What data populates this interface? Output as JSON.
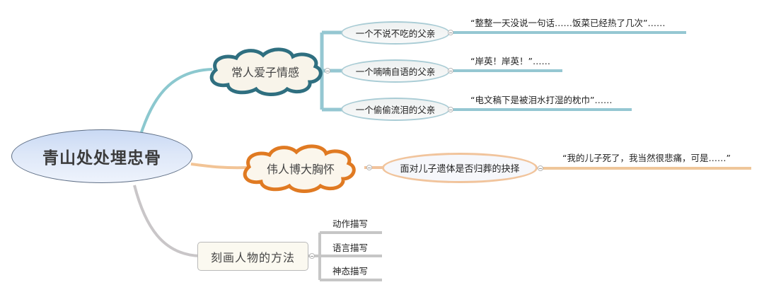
{
  "mindmap": {
    "root": {
      "label": "青山处处埋忠骨"
    },
    "branches": [
      {
        "label": "常人爱子情感",
        "color": "#8cc3cf",
        "border_color": "#2e6f7f",
        "children": [
          {
            "label": "一个不说不吃的父亲",
            "detail": "“整整一天没说一句话……饭菜已经热了几次”……"
          },
          {
            "label": "一个喃喃自语的父亲",
            "detail": "“岸英！岸英！”……"
          },
          {
            "label": "一个偷偷流泪的父亲",
            "detail": "“电文稿下是被泪水打湿的枕巾”……"
          }
        ]
      },
      {
        "label": "伟人博大胸怀",
        "color": "#f0c39a",
        "border_color": "#e07a22",
        "children": [
          {
            "label": "面对儿子遗体是否归葬的抉择",
            "detail": "“我的儿子死了，我当然很悲痛，可是……”"
          }
        ]
      },
      {
        "label": "刻画人物的方法",
        "color": "#c8c8c8",
        "children": [
          {
            "label": "动作描写"
          },
          {
            "label": "语言描写"
          },
          {
            "label": "神态描写"
          }
        ]
      }
    ]
  }
}
